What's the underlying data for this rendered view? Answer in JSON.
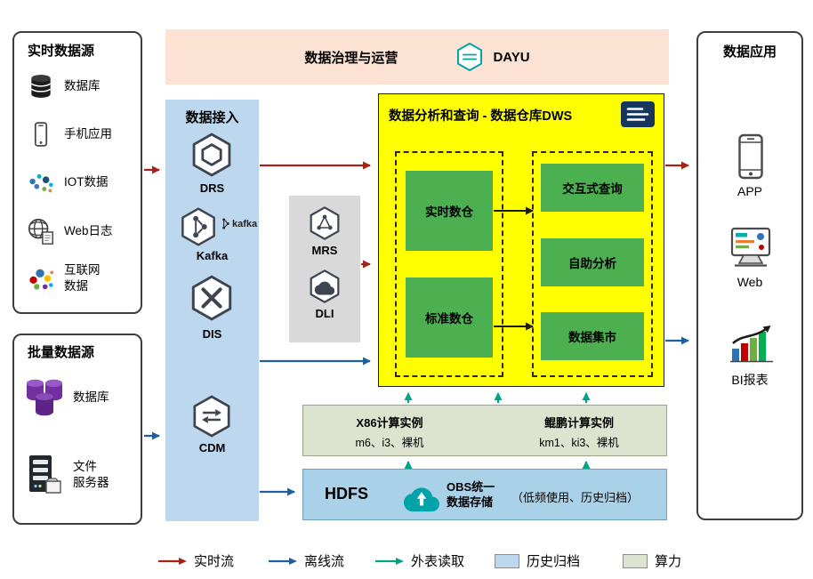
{
  "realtime_sources": {
    "title": "实时数据源",
    "items": [
      {
        "label": "数据库"
      },
      {
        "label": "手机应用"
      },
      {
        "label": "IOT数据"
      },
      {
        "label": "Web日志"
      },
      {
        "label": "互联网\n数据"
      }
    ]
  },
  "batch_sources": {
    "title": "批量数据源",
    "items": [
      {
        "label": "数据库"
      },
      {
        "label": "文件\n服务器"
      }
    ]
  },
  "governance": {
    "title": "数据治理与运营",
    "product": "DAYU"
  },
  "ingestion": {
    "title": "数据接入",
    "drs": "DRS",
    "kafka": "Kafka",
    "kafka_mark": "kafka",
    "dis": "DIS",
    "cdm": "CDM"
  },
  "processing": {
    "mrs": "MRS",
    "dli": "DLI"
  },
  "dws": {
    "title": "数据分析和查询 - 数据仓库DWS",
    "realtime_wh": "实时数仓",
    "standard_wh": "标准数仓",
    "interactive_query": "交互式查询",
    "self_service": "自助分析",
    "data_mart": "数据集市"
  },
  "compute_instances": {
    "x86_title": "X86计算实例",
    "x86_detail": "m6、i3、裸机",
    "kunpeng_title": "鲲鹏计算实例",
    "kunpeng_detail": "km1、ki3、裸机"
  },
  "storage": {
    "hdfs": "HDFS",
    "obs_title": "OBS统一\n数据存储",
    "obs_note": "（低频使用、历史归档）"
  },
  "applications": {
    "title": "数据应用",
    "app": "APP",
    "web": "Web",
    "bi": "BI报表"
  },
  "legend": {
    "realtime": "实时流",
    "offline": "离线流",
    "external": "外表读取",
    "archive": "历史归档",
    "compute": "算力"
  },
  "colors": {
    "realtime_flow": "#a42318",
    "offline_flow": "#1e5f9e",
    "external_read": "#00a38a",
    "archive_fill": "#bdd7ee",
    "compute_fill": "#dce3cf",
    "dws_fill": "#ffff00",
    "green_box": "#4caf50"
  }
}
